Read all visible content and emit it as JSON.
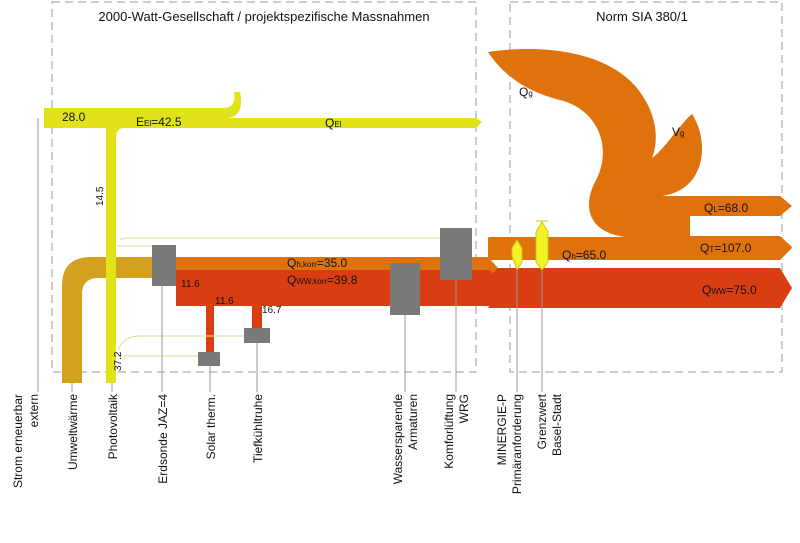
{
  "headers": {
    "left": "2000-Watt-Gesellschaft / projektspezifische Massnahmen",
    "right": "Norm SIA 380/1"
  },
  "flows": {
    "strom_extern": "28.0",
    "e_el": "E",
    "e_el_sub": "El",
    "e_el_val": "=42.5",
    "q_el": "Q",
    "q_el_sub": "El",
    "pv_mid": "14.5",
    "pv_bottom": "37.2",
    "erdsonde_out": "11.6",
    "solar_out": "11.6",
    "tiefkuehl_out": "16.7",
    "qh_korr": "Q",
    "qh_korr_sub": "h,korr",
    "qh_korr_val": "=35.0",
    "qww_korr": "Q",
    "qww_korr_sub": "WW,korr",
    "qww_korr_val": "=39.8",
    "qg": "Q",
    "qg_sub": "g",
    "vg": "V",
    "vg_sub": "g",
    "ql": "Q",
    "ql_sub": "L",
    "ql_val": "=68.0",
    "qt": "Q",
    "qt_sub": "T",
    "qt_val": "=107.0",
    "qh": "Q",
    "qh_sub": "h",
    "qh_val": "=65.0",
    "qww": "Q",
    "qww_sub": "WW",
    "qww_val": "=75.0"
  },
  "bottom_labels": {
    "strom_1": "Strom erneuerbar",
    "strom_2": "extern",
    "umwelt": "Umweltwärme",
    "pv": "Photovoltaik",
    "erdsonde": "Erdsonde JAZ=4",
    "solar": "Solar therm.",
    "tiefkuehl": "Tiefkühltruhe",
    "wasser_1": "Wassersparende",
    "wasser_2": "Armaturen",
    "komfort_1": "Komforlüftung",
    "komfort_2": "WRG",
    "minergie_1": "MINERGIE-P",
    "minergie_2": "Primäranforderung",
    "grenz_1": "Grenzwert",
    "grenz_2": "Basel-Stadt"
  },
  "colors": {
    "electricity": "#e2e21a",
    "heating": "#e0720e",
    "hot_water": "#d93e12",
    "ambient": "#d4a020",
    "device": "#7a7a7a"
  }
}
